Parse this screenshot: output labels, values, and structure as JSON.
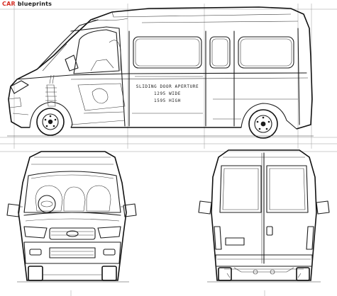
{
  "logo": {
    "car": "CAR",
    "blueprints": "blueprints"
  },
  "annotation": {
    "line1": "SLIDING DOOR APERTURE",
    "line2": "1295 WIDE",
    "line3": "1595 HIGH"
  }
}
